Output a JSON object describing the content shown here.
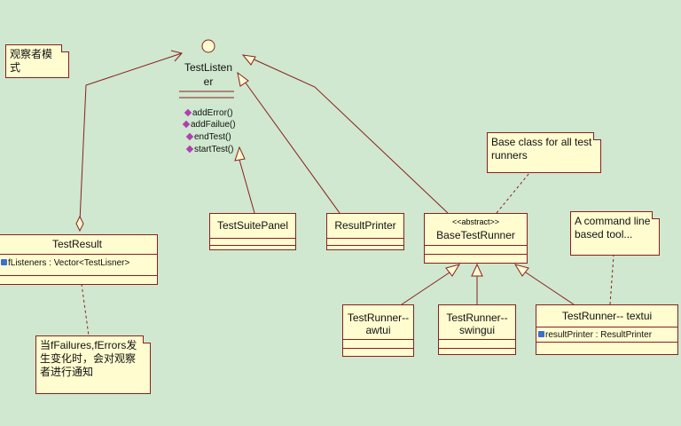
{
  "interface": {
    "name_line1": "TestListen",
    "name_line2": "er",
    "operations": [
      "addError()",
      "addFailue()",
      "endTest()",
      "startTest()"
    ]
  },
  "classes": {
    "test_result": {
      "name": "TestResult",
      "attribute": "fListeners : Vector<TestLisner>"
    },
    "test_suite_panel": {
      "name": "TestSuitePanel"
    },
    "result_printer": {
      "name": "ResultPrinter"
    },
    "base_test_runner": {
      "stereotype": "<<abstract>>",
      "name": "BaseTestRunner"
    },
    "awtui": {
      "name_line1": "TestRunner--",
      "name_line2": "awtui"
    },
    "swingui": {
      "name_line1": "TestRunner--",
      "name_line2": "swingui"
    },
    "textui": {
      "name": "TestRunner-- textui",
      "attribute": "resultPrinter : ResultPrinter"
    }
  },
  "notes": {
    "observer": [
      "观察者模",
      "式"
    ],
    "base_class": [
      "Base class for all test",
      "runners"
    ],
    "command_line": [
      "A command line",
      "based tool..."
    ],
    "notify": [
      "当fFailures,fErrors发",
      "生变化时，会对观察",
      "者进行通知"
    ]
  },
  "colors": {
    "background": "#cfe8cf",
    "box_fill": "#fffcd0",
    "border": "#8a1f1f",
    "op_icon": "#b03fb0",
    "attr_icon": "#3c6fcf"
  }
}
